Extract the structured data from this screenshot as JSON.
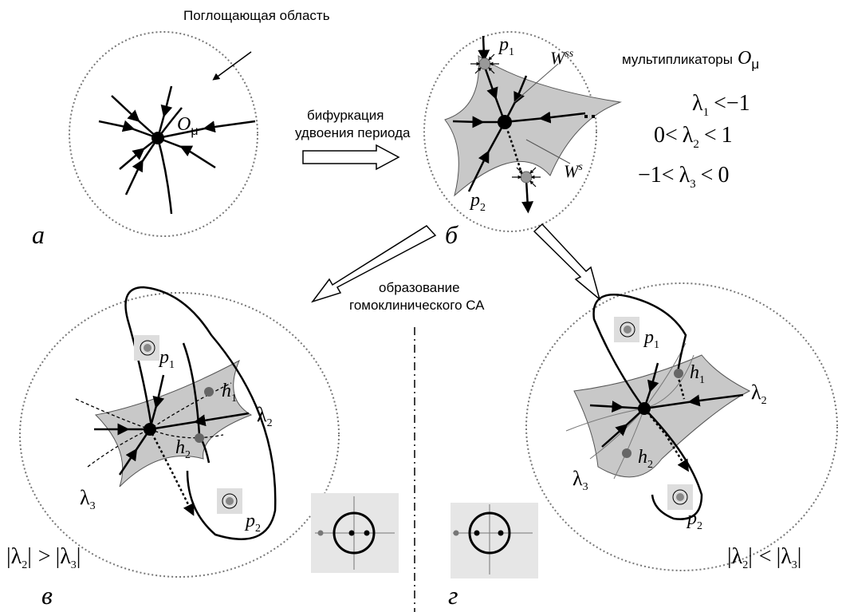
{
  "top_note": "Поглощающая область",
  "arrow_ab": [
    "бифуркация",
    "удвоения периода"
  ],
  "arrow_bc": [
    "образование",
    "гомоклинического СА"
  ],
  "panel_labels": {
    "a": "а",
    "b": "б",
    "v": "в",
    "g": "г"
  },
  "fixed_point": {
    "main": "O",
    "sub": "μ"
  },
  "mult_title": "мультипликаторы",
  "lambda": "λ",
  "p": "p",
  "h": "h",
  "idx": {
    "one": "1",
    "two": "2",
    "three": "3"
  },
  "manifolds": {
    "W": "W",
    "ss": "ss",
    "s": "s"
  },
  "mult_conditions": {
    "l1": {
      "rel": "<",
      "rhs": "−1"
    },
    "l2": {
      "lhs": "0",
      "rel1": "<",
      "rel2": "<",
      "rhs": "1"
    },
    "l3": {
      "lhs": "−1",
      "rel1": "<",
      "rel2": "<",
      "rhs": "0"
    }
  },
  "cond_v": {
    "bar": "|",
    "rel": ">"
  },
  "cond_g": {
    "bar": "|",
    "rel": "<"
  }
}
